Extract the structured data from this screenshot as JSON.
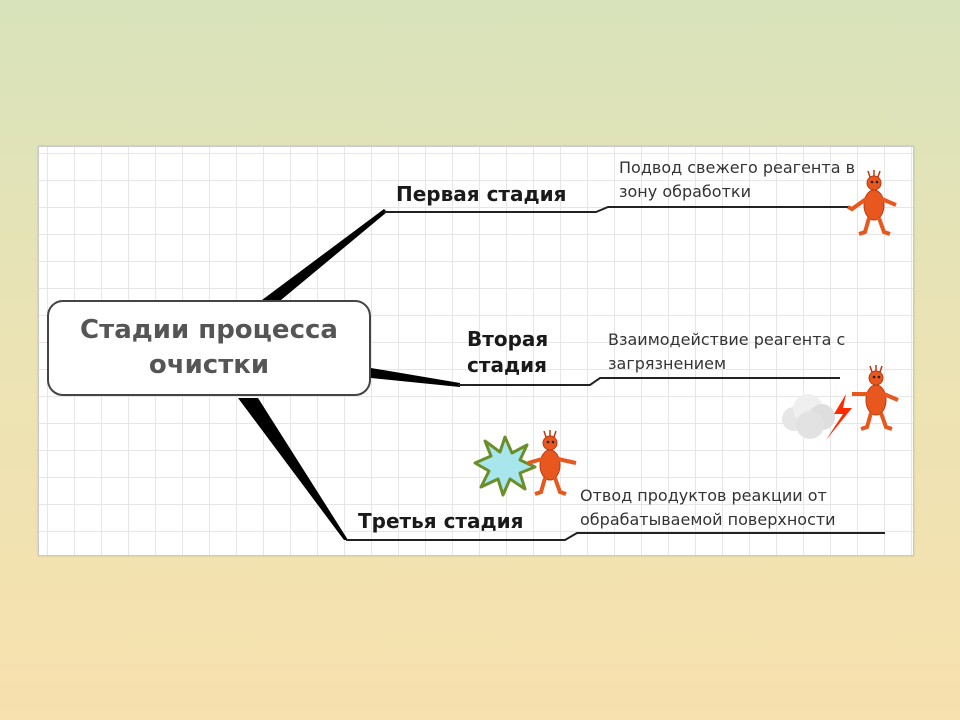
{
  "central_topic": {
    "line1": "Стадии процесса",
    "line2": "очистки"
  },
  "stages": [
    {
      "line1": "Первая стадия",
      "line2": "",
      "desc_line1": "Подвод свежего реагента в",
      "desc_line2": "зону обработки"
    },
    {
      "line1": "Вторая",
      "line2": "стадия",
      "desc_line1": "Взаимодействие реагента с",
      "desc_line2": "загрязнением"
    },
    {
      "line1": "Третья стадия",
      "line2": "",
      "desc_line1": "Отвод продуктов реакции от",
      "desc_line2": "обрабатываемой поверхности"
    }
  ],
  "colors": {
    "figure": "#e8581e",
    "branch": "#000000",
    "burst": "#a8e6ee",
    "bolt": "#ff2a00"
  },
  "icons": [
    "figure-icon",
    "cloud-icon",
    "lightning-icon",
    "starburst-icon"
  ]
}
